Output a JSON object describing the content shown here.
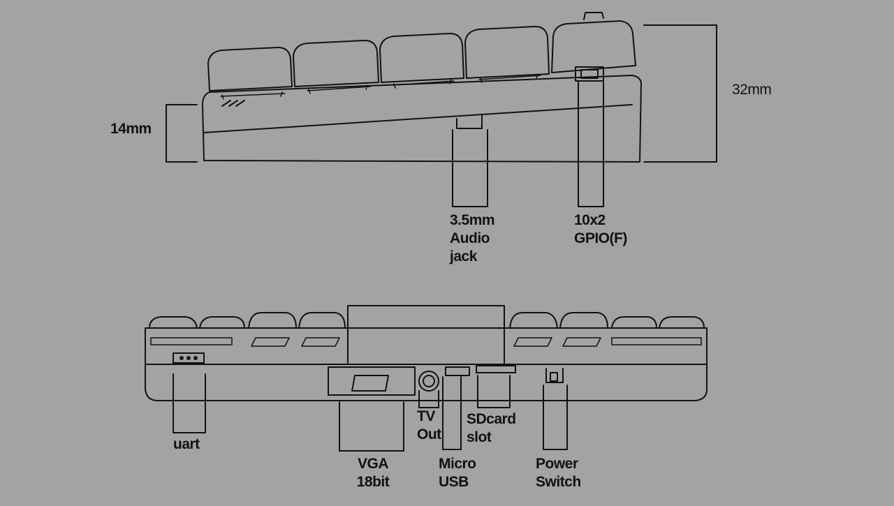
{
  "colors": {
    "background": "#a3a3a3",
    "line": "#111111"
  },
  "side_view": {
    "height_left": "14mm",
    "height_right": "32mm",
    "audio_label": [
      "3.5mm",
      "Audio",
      "jack"
    ],
    "gpio_label": [
      "10x2",
      "GPIO(F)"
    ]
  },
  "back_view": {
    "uart": "uart",
    "vga": [
      "VGA",
      "18bit"
    ],
    "tv": [
      "TV",
      "Out"
    ],
    "usb": [
      "Micro",
      "USB"
    ],
    "sd": [
      "SDcard",
      "slot"
    ],
    "power": [
      "Power",
      "Switch"
    ]
  }
}
